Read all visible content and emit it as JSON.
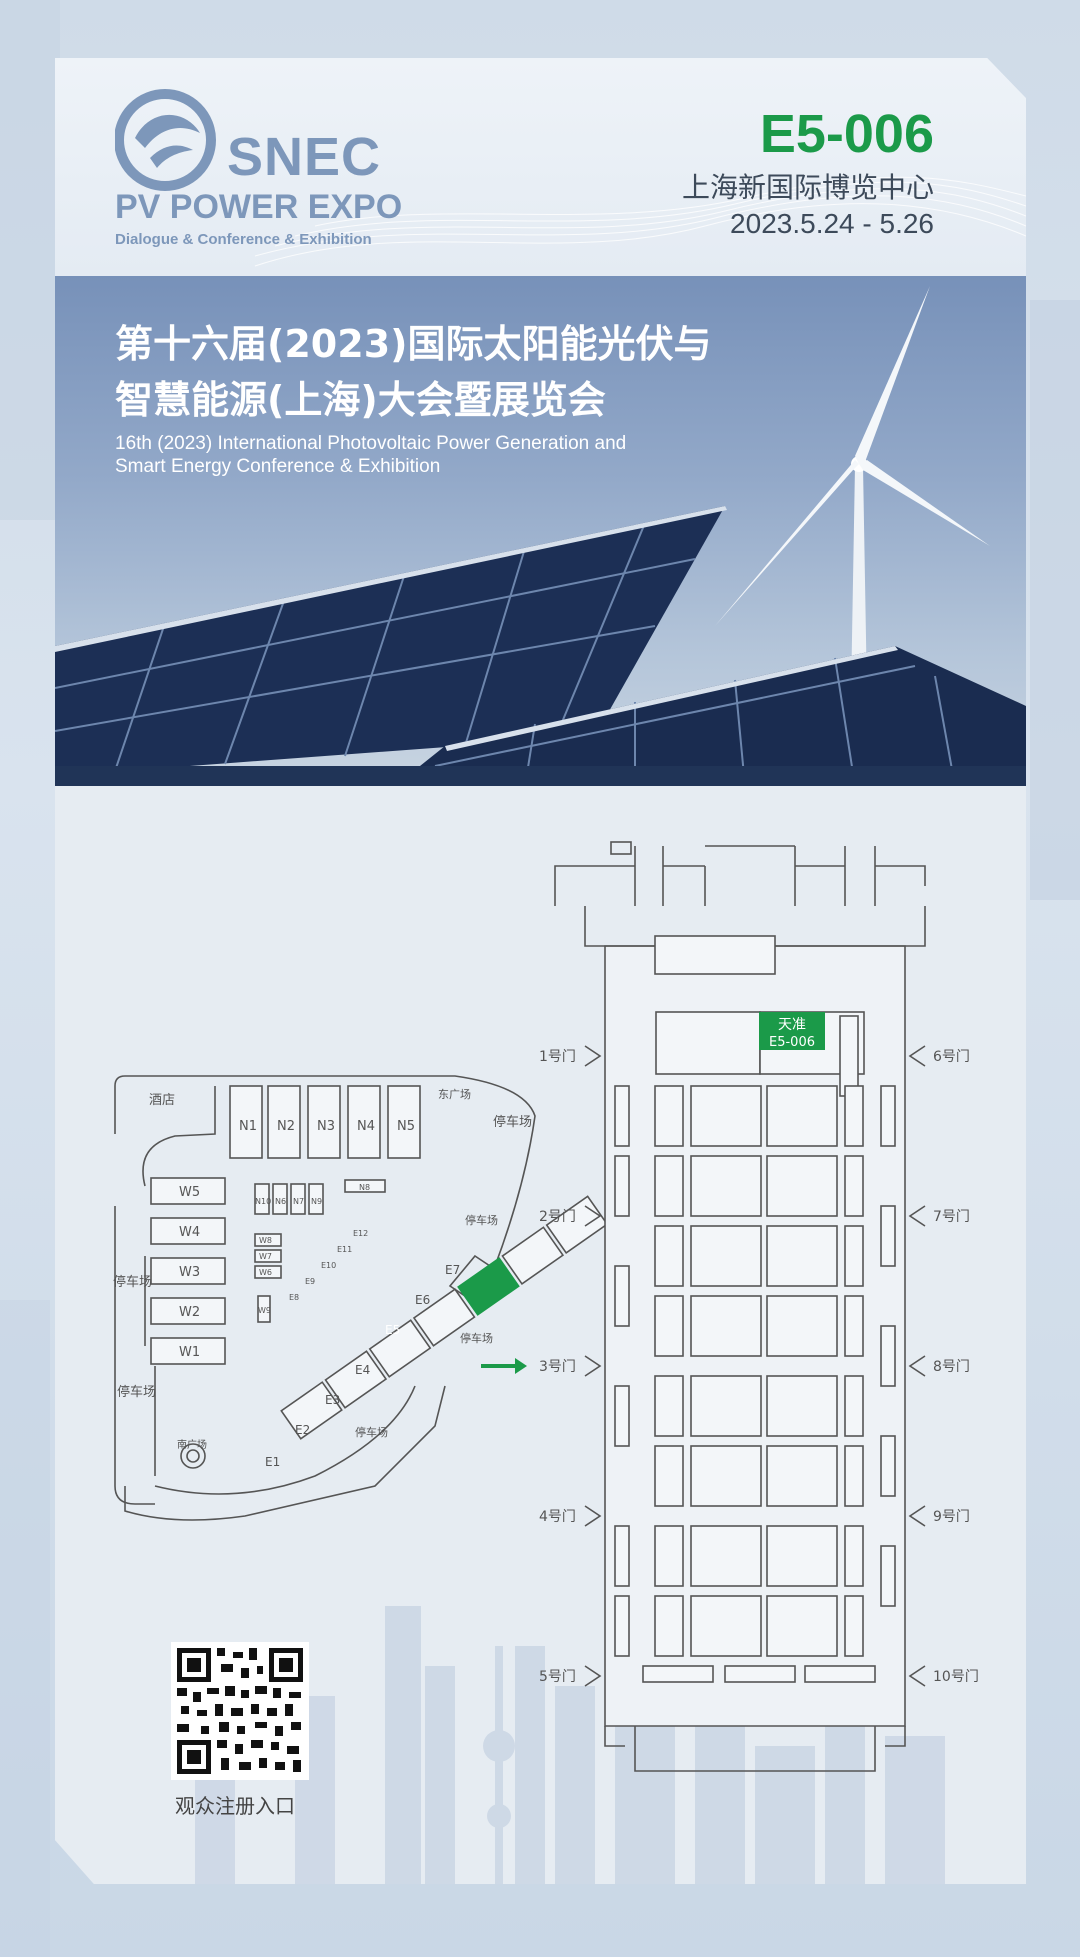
{
  "header": {
    "logo": {
      "name": "SNEC",
      "line": "PV POWER EXPO",
      "sub": "Dialogue & Conference & Exhibition"
    },
    "booth": "E5-006",
    "venue": "上海新国际博览中心",
    "dates": "2023.5.24 - 5.26"
  },
  "hero": {
    "title_cn_line1": "第十六届(2023)国际太阳能光伏与",
    "title_cn_line2": "智慧能源(上海)大会暨展览会",
    "title_en_line1": "16th (2023) International Photovoltaic Power Generation and",
    "title_en_line2": "Smart Energy Conference & Exhibition"
  },
  "site_map": {
    "hotel": "酒店",
    "east_plaza": "东广场",
    "south_plaza": "南广场",
    "parking": "停车场",
    "halls_north": [
      "N1",
      "N2",
      "N3",
      "N4",
      "N5"
    ],
    "halls_north_small": [
      "N10",
      "N6",
      "N7",
      "N9",
      "N8"
    ],
    "halls_west": [
      "W5",
      "W4",
      "W3",
      "W2",
      "W1"
    ],
    "halls_west_small": [
      "W8",
      "W7",
      "W6",
      "W9"
    ],
    "halls_east": [
      "E1",
      "E2",
      "E3",
      "E4",
      "E5",
      "E6",
      "E7"
    ],
    "halls_east_small": [
      "E12",
      "E11",
      "E10",
      "E9",
      "E8"
    ],
    "highlight_hall": "E5",
    "highlight_color": "#1b9a49"
  },
  "hall_plan": {
    "booth_company": "天准",
    "booth_number": "E5-006",
    "gates_left": [
      "1号门",
      "2号门",
      "3号门",
      "4号门",
      "5号门"
    ],
    "gates_right": [
      "6号门",
      "7号门",
      "8号门",
      "9号门",
      "10号门"
    ]
  },
  "qr": {
    "label": "观众注册入口"
  }
}
